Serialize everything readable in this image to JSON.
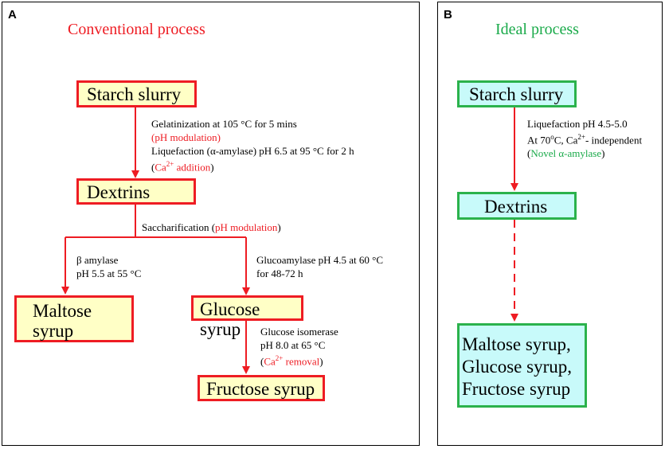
{
  "panel_a": {
    "letter": "A",
    "title": "Conventional process",
    "boxes": {
      "starch": "Starch slurry",
      "dextrins": "Dextrins",
      "maltose_l1": "Maltose",
      "maltose_l2": "syrup",
      "glucose": "Glucose syrup",
      "fructose": "Fructose syrup"
    },
    "notes": {
      "gelatinization": "Gelatinization at 105 °C  for 5 mins",
      "gel_mod": "(pH modulation)",
      "liquefaction": "Liquefaction (α-amylase) pH 6.5 at  95  °C  for 2 h",
      "ca_add_open": "(",
      "ca_add": "Ca",
      "ca_add_sup": "2+",
      "ca_add_rest": " addition",
      "ca_add_close": ")",
      "saccharification": "Saccharification (",
      "sacch_mod": "pH modulation",
      "sacch_close": ")",
      "beta_l1": "β amylase",
      "beta_l2": "pH 5.5 at 55 °C",
      "gluco_l1": "Glucoamylase pH 4.5 at 60 °C",
      "gluco_l2": "for 48-72 h",
      "iso_l1": "Glucose isomerase",
      "iso_l2": "pH 8.0 at 65 °C",
      "ca_rem_open": "(",
      "ca_rem": "Ca",
      "ca_rem_sup": "2+",
      "ca_rem_rest": " removal",
      "ca_rem_close": ")"
    }
  },
  "panel_b": {
    "letter": "B",
    "title": "Ideal process",
    "boxes": {
      "starch": "Starch slurry",
      "dextrins": "Dextrins",
      "products_l1": "Maltose syrup,",
      "products_l2": "Glucose syrup,",
      "products_l3": "Fructose syrup"
    },
    "notes": {
      "liq_l1": "Liquefaction pH 4.5-5.0",
      "liq_l2_a": "At  70",
      "liq_l2_o": "o",
      "liq_l2_b": "C, Ca",
      "liq_l2_sup": "2+",
      "liq_l2_c": "- independent",
      "novel_open": "(",
      "novel": "Novel α-amylase",
      "novel_close": ")"
    }
  },
  "colors": {
    "red": "#ee1c23",
    "green": "#2bb24c",
    "box_a_fill": "#ffffc6",
    "box_b_fill": "#c8fafa"
  }
}
